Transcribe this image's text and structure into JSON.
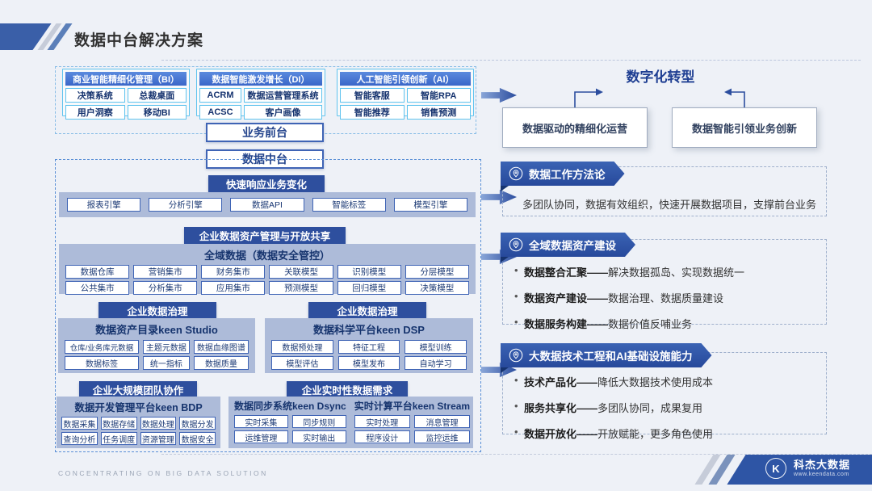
{
  "title": "数据中台解决方案",
  "dash": "——",
  "front_stage": {
    "label": "业务前台",
    "groups": [
      {
        "title": "商业智能精细化管理（BI）",
        "items": [
          "决策系统",
          "总裁桌面",
          "用户洞察",
          "移动BI"
        ]
      },
      {
        "title": "数据智能激发增长（DI）",
        "items": [
          "ACRM",
          "数据运营管理系统",
          "ACSC",
          "客户画像"
        ]
      },
      {
        "title": "人工智能引领创新（AI）",
        "items": [
          "智能客服",
          "智能RPA",
          "智能推荐",
          "销售预测"
        ]
      }
    ]
  },
  "platform": {
    "label": "数据中台",
    "quick_response": {
      "header": "快速响应业务变化",
      "items": [
        "报表引擎",
        "分析引擎",
        "数据API",
        "智能标签",
        "模型引擎"
      ]
    },
    "asset_mgmt": {
      "header": "企业数据资产管理与开放共享",
      "subtitle": "全域数据（数据安全管控）",
      "rows": [
        [
          "数据仓库",
          "营销集市",
          "财务集市",
          "关联模型",
          "识别模型",
          "分层模型"
        ],
        [
          "公共集市",
          "分析集市",
          "应用集市",
          "预测模型",
          "回归模型",
          "决策模型"
        ]
      ]
    },
    "governance_left": {
      "header": "企业数据治理",
      "subtitle": "数据资产目录keen Studio",
      "rows": [
        [
          "仓库/业务库元数据",
          "主题元数据",
          "数据血缘图谱"
        ],
        [
          "数据标签",
          "统一指标",
          "数据质量"
        ]
      ]
    },
    "governance_right": {
      "header": "企业数据治理",
      "subtitle": "数据科学平台keen DSP",
      "rows": [
        [
          "数据预处理",
          "特征工程",
          "模型训练"
        ],
        [
          "模型评估",
          "模型发布",
          "自动学习"
        ]
      ]
    },
    "team_collab": {
      "header": "企业大规模团队协作",
      "subtitle": "数据开发管理平台keen BDP",
      "rows": [
        [
          "数据采集",
          "数据存储",
          "数据处理",
          "数据分发"
        ],
        [
          "查询分析",
          "任务调度",
          "资源管理",
          "数据安全"
        ]
      ]
    },
    "realtime": {
      "header": "企业实时性数据需求",
      "dsync": {
        "subtitle": "数据同步系统keen Dsync",
        "rows": [
          [
            "实时采集",
            "同步规则"
          ],
          [
            "运维管理",
            "实时输出"
          ]
        ]
      },
      "stream": {
        "subtitle": "实时计算平台keen Stream",
        "rows": [
          [
            "实时处理",
            "消息管理"
          ],
          [
            "程序设计",
            "监控运维"
          ]
        ]
      }
    }
  },
  "right_panel": {
    "transformation": {
      "title": "数字化转型",
      "left_box": "数据驱动的精细化运营",
      "right_box": "数据智能引领业务创新"
    },
    "methodology": {
      "title": "数据工作方法论",
      "description": "多团队协同，数据有效组织，快速开展数据项目，支撑前台业务"
    },
    "asset_construction": {
      "title": "全域数据资产建设",
      "bullets": [
        {
          "term": "数据整合汇聚",
          "desc": "解决数据孤岛、实现数据统一"
        },
        {
          "term": "数据资产建设",
          "desc": "数据治理、数据质量建设"
        },
        {
          "term": "数据服务构建",
          "desc": "数据价值反哺业务"
        }
      ]
    },
    "tech_capability": {
      "title": "大数据技术工程和AI基础设施能力",
      "bullets": [
        {
          "term": "技术产品化",
          "desc": "降低大数据技术使用成本"
        },
        {
          "term": "服务共享化",
          "desc": "多团队协同，成果复用"
        },
        {
          "term": "数据开放化",
          "desc": "开放赋能，更多角色使用"
        }
      ]
    }
  },
  "footer": {
    "slogan": "CONCENTRATING ON BIG DATA SOLUTION",
    "brand": "科杰大数据",
    "url": "www.keendata.com",
    "logo_letter": "K"
  },
  "colors": {
    "accent": "#2e4f9e",
    "ribbon": "#27499b",
    "band": "#adbbd9",
    "cyan_border": "#5fc3ee"
  }
}
